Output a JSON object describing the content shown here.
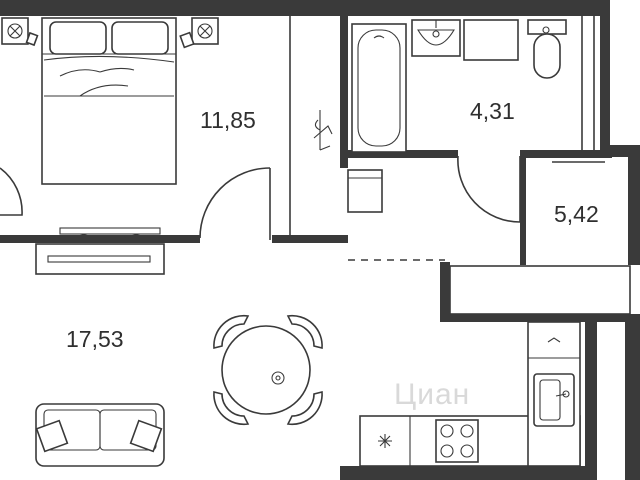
{
  "rooms": [
    {
      "id": "bedroom",
      "area": "11,85"
    },
    {
      "id": "bathroom",
      "area": "4,31"
    },
    {
      "id": "hallway",
      "area": "5,42"
    },
    {
      "id": "living-kitchen",
      "area": "17,53"
    }
  ],
  "watermark": "Циан",
  "colors": {
    "wall": "#3a3a3a",
    "background": "#ffffff",
    "text": "#2f2f2f"
  }
}
